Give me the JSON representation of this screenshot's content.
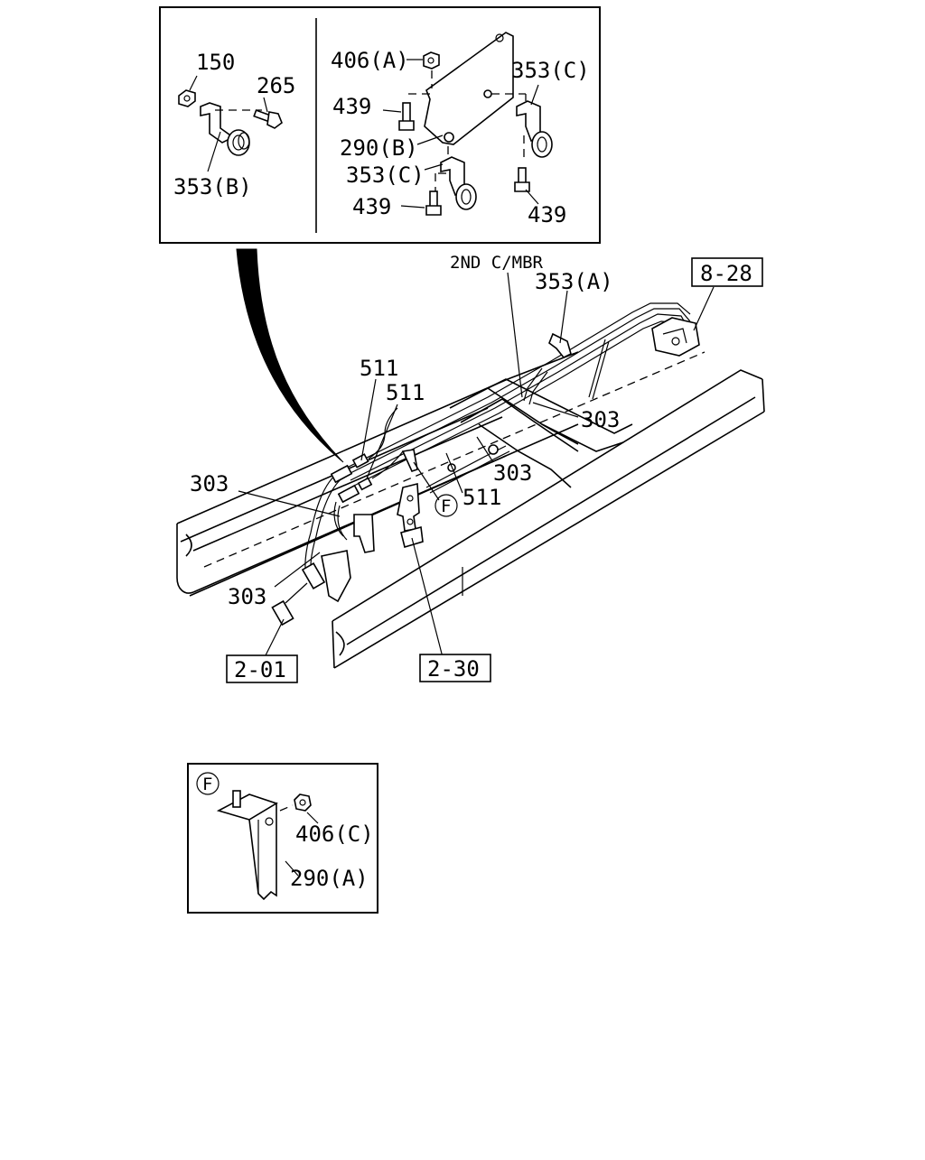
{
  "detail_top_left": {
    "labels": {
      "nut": "150",
      "bolt": "265",
      "clip": "353(B)"
    }
  },
  "detail_top_right": {
    "labels": {
      "nut_a": "406(A)",
      "bolt_1": "439",
      "bracket_b": "290(B)",
      "clip_c_1": "353(C)",
      "clip_c_2": "353(C)",
      "bolt_2": "439",
      "bolt_3": "439"
    }
  },
  "main": {
    "labels": {
      "crossmember": "2ND C/MBR",
      "clip_a": "353(A)",
      "ref_828": "8-28",
      "hose_1": "511",
      "hose_2": "511",
      "hose_3": "511",
      "pipe_1": "303",
      "pipe_2": "303",
      "pipe_3": "303",
      "pipe_4": "303",
      "view_f": "F",
      "ref_201": "2-01",
      "ref_230": "2-30"
    }
  },
  "detail_f": {
    "labels": {
      "circle": "F",
      "nut_c": "406(C)",
      "bracket_a": "290(A)"
    }
  }
}
